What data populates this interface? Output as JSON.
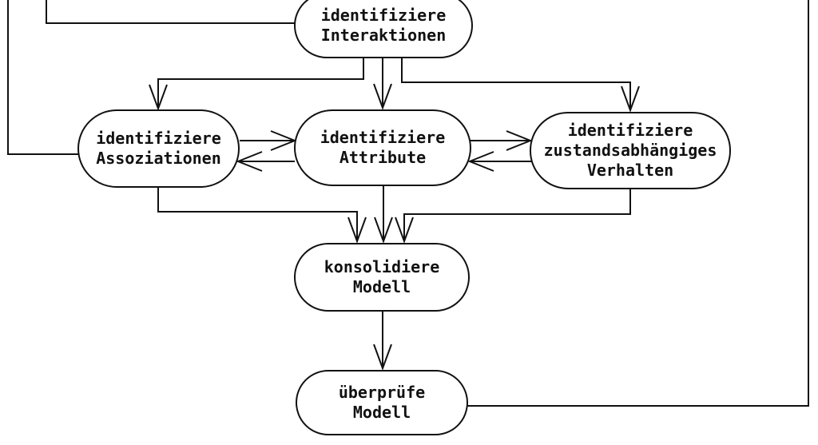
{
  "colors": {
    "stroke": "#111111",
    "background": "#ffffff"
  },
  "nodes": {
    "interaktionen": {
      "lines": [
        "identifiziere",
        "Interaktionen"
      ]
    },
    "assoziationen": {
      "lines": [
        "identifiziere",
        "Assoziationen"
      ]
    },
    "attribute": {
      "lines": [
        "identifiziere",
        "Attribute"
      ]
    },
    "verhalten": {
      "lines": [
        "identifiziere",
        "zustandsabhängiges",
        "Verhalten"
      ]
    },
    "konsolidiere": {
      "lines": [
        "konsolidiere",
        "Modell"
      ]
    },
    "ueberpruefe": {
      "lines": [
        "überprüfe",
        "Modell"
      ]
    }
  },
  "edges": [
    {
      "from": "offscreen-top",
      "to": "identifiziere Interaktionen",
      "enters": "left-side",
      "arrowhead": false
    },
    {
      "from": "offscreen-top",
      "to": "identifiziere Assoziationen",
      "enters": "left-side",
      "arrowhead": false
    },
    {
      "from": "identifiziere Interaktionen",
      "to": "identifiziere Assoziationen",
      "arrowhead": true
    },
    {
      "from": "identifiziere Interaktionen",
      "to": "identifiziere Attribute",
      "arrowhead": true
    },
    {
      "from": "identifiziere Interaktionen",
      "to": "identifiziere zustandsabhängiges Verhalten",
      "arrowhead": true
    },
    {
      "from": "identifiziere Assoziationen",
      "to": "identifiziere Attribute",
      "arrowhead": true
    },
    {
      "from": "identifiziere Attribute",
      "to": "identifiziere Assoziationen",
      "arrowhead": true
    },
    {
      "from": "identifiziere Attribute",
      "to": "identifiziere zustandsabhängiges Verhalten",
      "arrowhead": true
    },
    {
      "from": "identifiziere zustandsabhängiges Verhalten",
      "to": "identifiziere Attribute",
      "arrowhead": true
    },
    {
      "from": "identifiziere Assoziationen",
      "to": "konsolidiere Modell",
      "arrowhead": true
    },
    {
      "from": "identifiziere Attribute",
      "to": "konsolidiere Modell",
      "arrowhead": true
    },
    {
      "from": "identifiziere zustandsabhängiges Verhalten",
      "to": "konsolidiere Modell",
      "arrowhead": true
    },
    {
      "from": "konsolidiere Modell",
      "to": "überprüfe Modell",
      "arrowhead": true
    },
    {
      "from": "überprüfe Modell",
      "to": "offscreen-top-right",
      "exits": "right-side",
      "arrowhead": false
    }
  ]
}
